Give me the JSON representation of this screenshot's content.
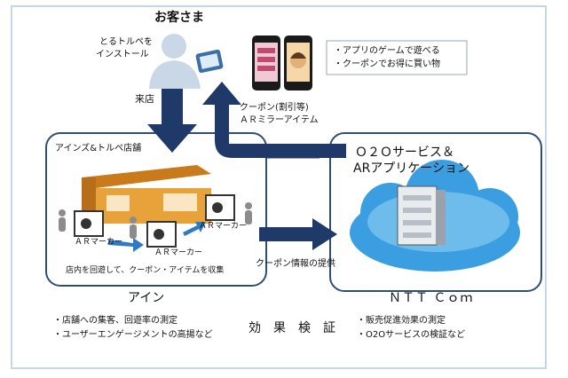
{
  "customer": {
    "title": "お客さま",
    "install_line1": "とるトルペを",
    "install_line2": "インストール"
  },
  "benefits": [
    "・アプリのゲームで遊べる",
    "・クーポンでお得に買い物"
  ],
  "labels": {
    "visit": "来店",
    "coupon_line1": "クーポン(割引等)",
    "coupon_line2": "ＡＲミラーアイテム",
    "coupon_info": "クーポン情報の提供",
    "circulate": "店内を回遊して、クーポン・アイテムを収集",
    "store_name": "アインズ&トルペ店舗",
    "ar_marker": "ＡＲマーカー"
  },
  "service": {
    "line1": "Ｏ２Ｏサービス＆",
    "line2": "ARアプリケーション"
  },
  "footer": {
    "ain": "アイン",
    "ntt": "ＮＴＴ Ｃｏｍ",
    "center": "効　果　検　証",
    "left_items": [
      "・店舗への集客、回遊率の測定",
      "・ユーザーエンゲージメントの高揚など"
    ],
    "right_items": [
      "・販売促進効果の測定",
      "・O2Oサービスの検証など"
    ]
  },
  "colors": {
    "frame": "#c6d7ea",
    "arrow_dark": "#1f3a68",
    "arrow_light": "#2e7bc4",
    "box_border": "#2e4d7a",
    "cloud": "#3a9ee0",
    "shop": "#e8a23a"
  }
}
